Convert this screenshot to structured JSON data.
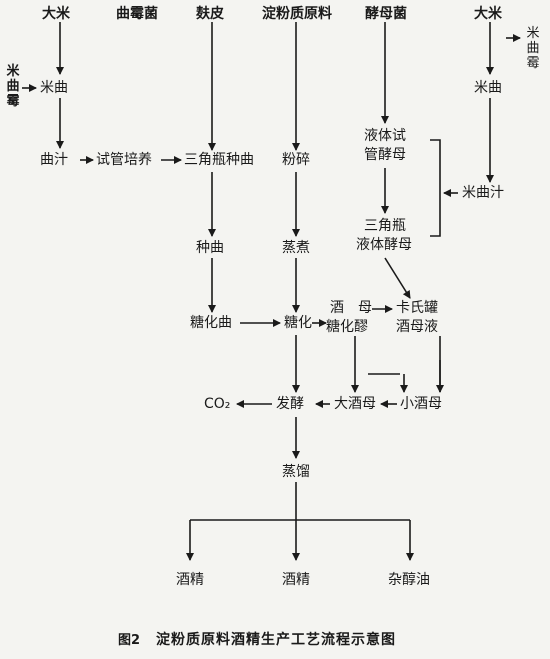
{
  "nodes": {
    "src_rice_left": "大米",
    "src_koji_mold": "曲霉菌",
    "src_bran": "麸皮",
    "src_starch": "淀粉质原料",
    "src_yeast": "酵母菌",
    "src_rice_right": "大米",
    "rice_koji_mold_left": "米曲霉",
    "rice_koji_left": "米曲",
    "rice_koji_mold_right": "米曲霉",
    "rice_koji_right": "米曲",
    "koji_juice": "曲汁",
    "test_tube_culture": "试管培养",
    "flask_seed_koji": "三角瓶种曲",
    "crush": "粉碎",
    "liquid_test_tube_yeast_1": "液体试",
    "liquid_test_tube_yeast_2": "管酵母",
    "rice_koji_juice": "米曲汁",
    "flask_liquid_yeast_1": "三角瓶",
    "flask_liquid_yeast_2": "液体酵母",
    "seed_koji": "种曲",
    "steam_cook": "蒸煮",
    "saccharified_koji": "糖化曲",
    "saccharify": "糖化",
    "yeast_mash_1": "酒　母",
    "yeast_mash_2": "糖化醪",
    "carlsberg_flask_1": "卡氏罐",
    "carlsberg_flask_2": "酒母液",
    "co2": "CO₂",
    "ferment": "发酵",
    "large_yeast": "大酒母",
    "small_yeast": "小酒母",
    "distill": "蒸馏",
    "alcohol_1": "酒精",
    "alcohol_2": "酒精",
    "fusel_oil": "杂醇油"
  },
  "caption": {
    "figure_number": "图2",
    "title": "淀粉质原料酒精生产工艺流程示意图"
  }
}
